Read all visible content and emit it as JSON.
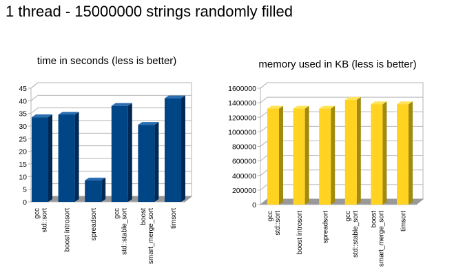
{
  "page": {
    "title": "1 thread - 15000000 strings randomly filled"
  },
  "chart_data": [
    {
      "type": "bar",
      "title": "time in seconds (less is better)",
      "categories": [
        "gcc std::sort",
        "boost introsort",
        "spreadsort",
        "gcc std::stable_sort",
        "boost smart_merge_sort",
        "timsort"
      ],
      "category_lines": [
        [
          "gcc",
          "std::sort"
        ],
        [
          "boost introsort"
        ],
        [
          "spreadsort"
        ],
        [
          "gcc",
          "std::stable_sort"
        ],
        [
          "boost",
          "smart_merge_sort"
        ],
        [
          "timsort"
        ]
      ],
      "values": [
        33.5,
        34.5,
        8.5,
        38,
        30.5,
        41
      ],
      "ylim": [
        0,
        45
      ],
      "yticks": [
        0,
        5,
        10,
        15,
        20,
        25,
        30,
        35,
        40,
        45
      ],
      "grid": true,
      "legend": "none",
      "colors": {
        "front": "#004586",
        "side": "#002a55",
        "top": "#2a6db0"
      }
    },
    {
      "type": "bar",
      "title": "memory used in KB (less is better)",
      "categories": [
        "gcc std::sort",
        "boost introsort",
        "spreadsort",
        "gcc std::stable_sort",
        "boost smart_merge_sort",
        "timsort"
      ],
      "category_lines": [
        [
          "gcc",
          "std::sort"
        ],
        [
          "boost introsort"
        ],
        [
          "spreadsort"
        ],
        [
          "gcc",
          "std::stable_sort"
        ],
        [
          "boost",
          "smart_merge_sort"
        ],
        [
          "timsort"
        ]
      ],
      "values": [
        1320000,
        1320000,
        1320000,
        1440000,
        1380000,
        1380000
      ],
      "ylim": [
        0,
        1600000
      ],
      "yticks": [
        0,
        200000,
        400000,
        600000,
        800000,
        1000000,
        1200000,
        1400000,
        1600000
      ],
      "grid": true,
      "legend": "none",
      "colors": {
        "front": "#ffd320",
        "side": "#a08a10",
        "top": "#ffe45a"
      }
    }
  ]
}
